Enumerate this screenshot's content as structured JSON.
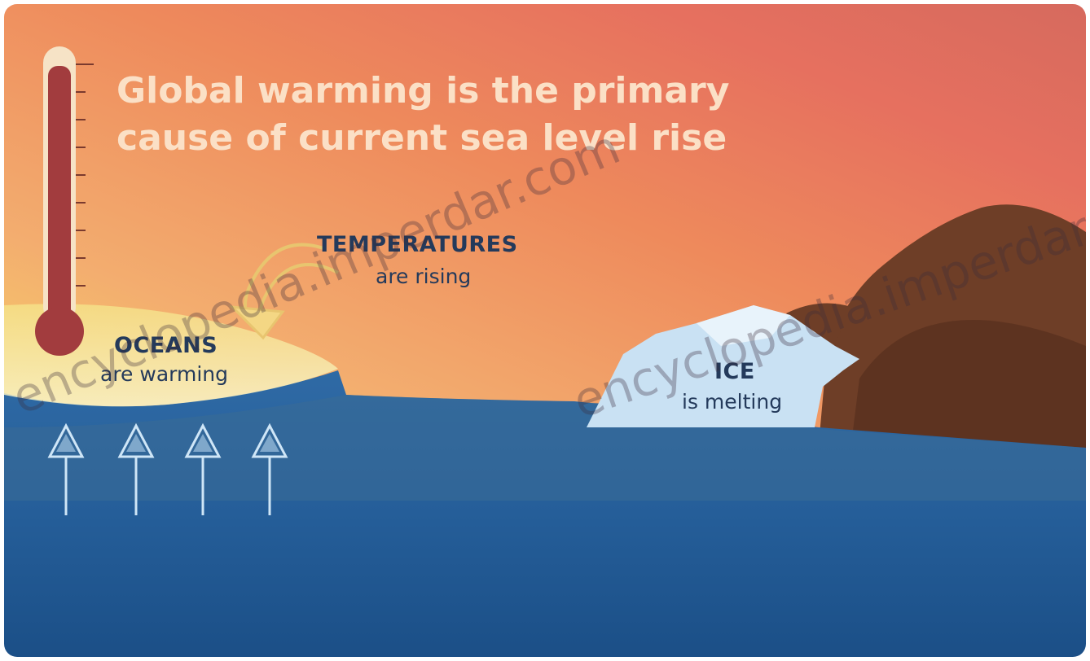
{
  "title": "Global warming is the primary cause of current sea level rise",
  "temperatures": {
    "label": "TEMPERATURES",
    "sub": "are rising"
  },
  "oceans": {
    "label": "OCEANS",
    "sub": "are warming"
  },
  "ice": {
    "label": "ICE",
    "sub": "is melting"
  },
  "watermark": "encyclopedia.imperdar.com",
  "colors": {
    "sky_warm": "#f0a06a",
    "sky_hot": "#e76f5c",
    "sea_light": "#2f6aa3",
    "sea_deep": "#1c4f88",
    "mountain": "#6b3c26",
    "ice": "#cfe4f5",
    "thermometer": "#a13b3d"
  },
  "icons": [
    "thermometer-icon",
    "curved-arrow-icon",
    "up-arrow-icon",
    "iceberg-icon",
    "mountain-icon"
  ]
}
